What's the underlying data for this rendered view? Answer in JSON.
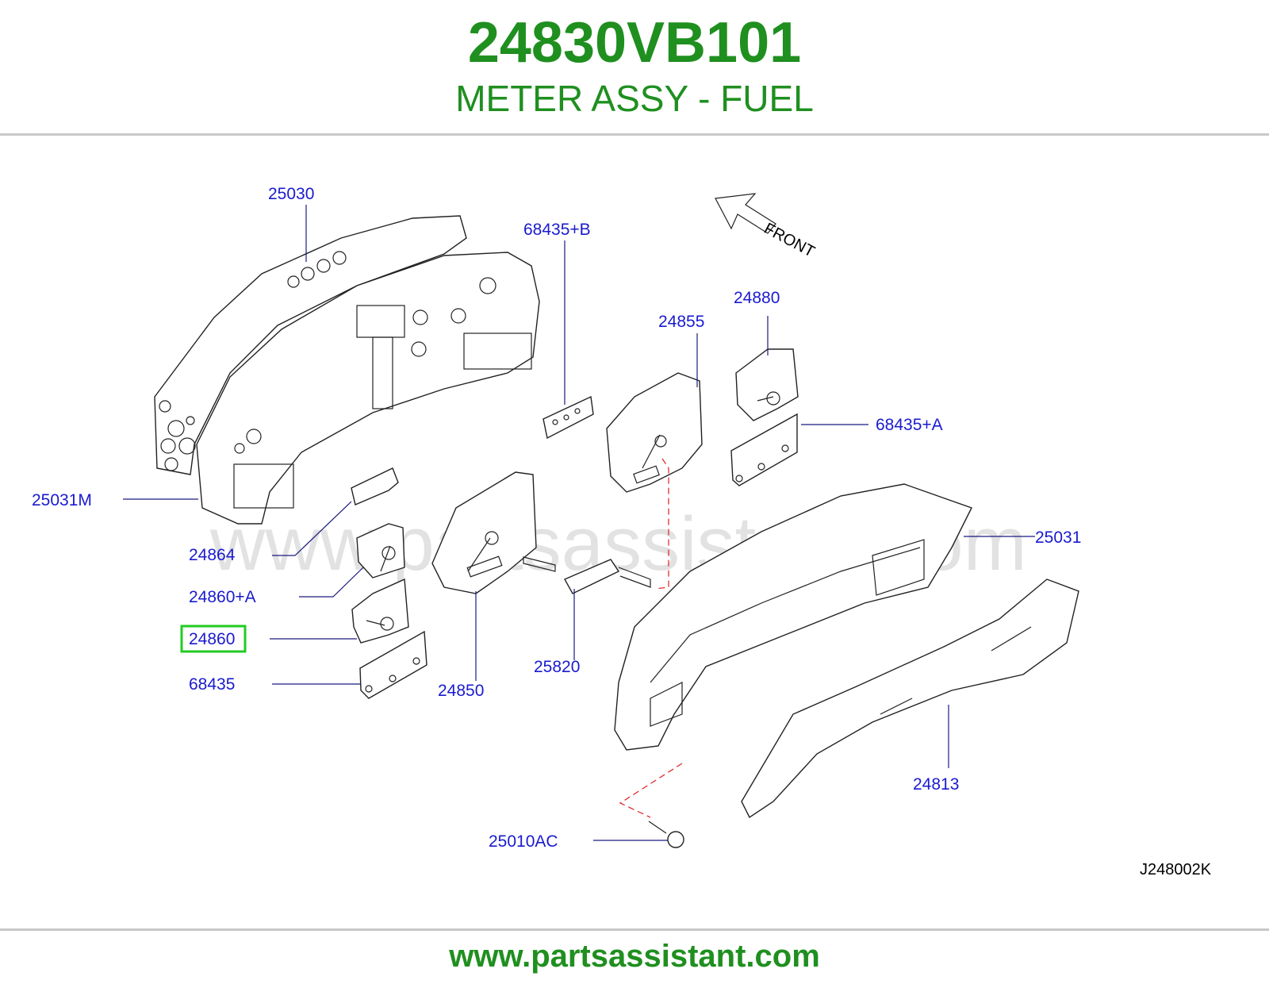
{
  "header": {
    "part_number": "24830VB101",
    "part_name": "METER ASSY - FUEL"
  },
  "diagram": {
    "front_label": "FRONT",
    "reference_code": "J248002K",
    "watermark": "www.partsassistant.com",
    "highlighted_callout": "24860",
    "callouts": {
      "c25030": "25030",
      "c68435B": "68435+B",
      "c24880": "24880",
      "c24855": "24855",
      "c68435A": "68435+A",
      "c25031M": "25031M",
      "c25031": "25031",
      "c24864": "24864",
      "c24860A": "24860+A",
      "c24860": "24860",
      "c68435": "68435",
      "c24850": "24850",
      "c25820": "25820",
      "c24813": "24813",
      "c25010AC": "25010AC"
    }
  },
  "footer": {
    "url": "www.partsassistant.com"
  },
  "colors": {
    "title_green": "#1f8f1f",
    "callout_blue": "#1a1ad0",
    "highlight_green": "#22cc22",
    "dash_red": "#e03030"
  }
}
